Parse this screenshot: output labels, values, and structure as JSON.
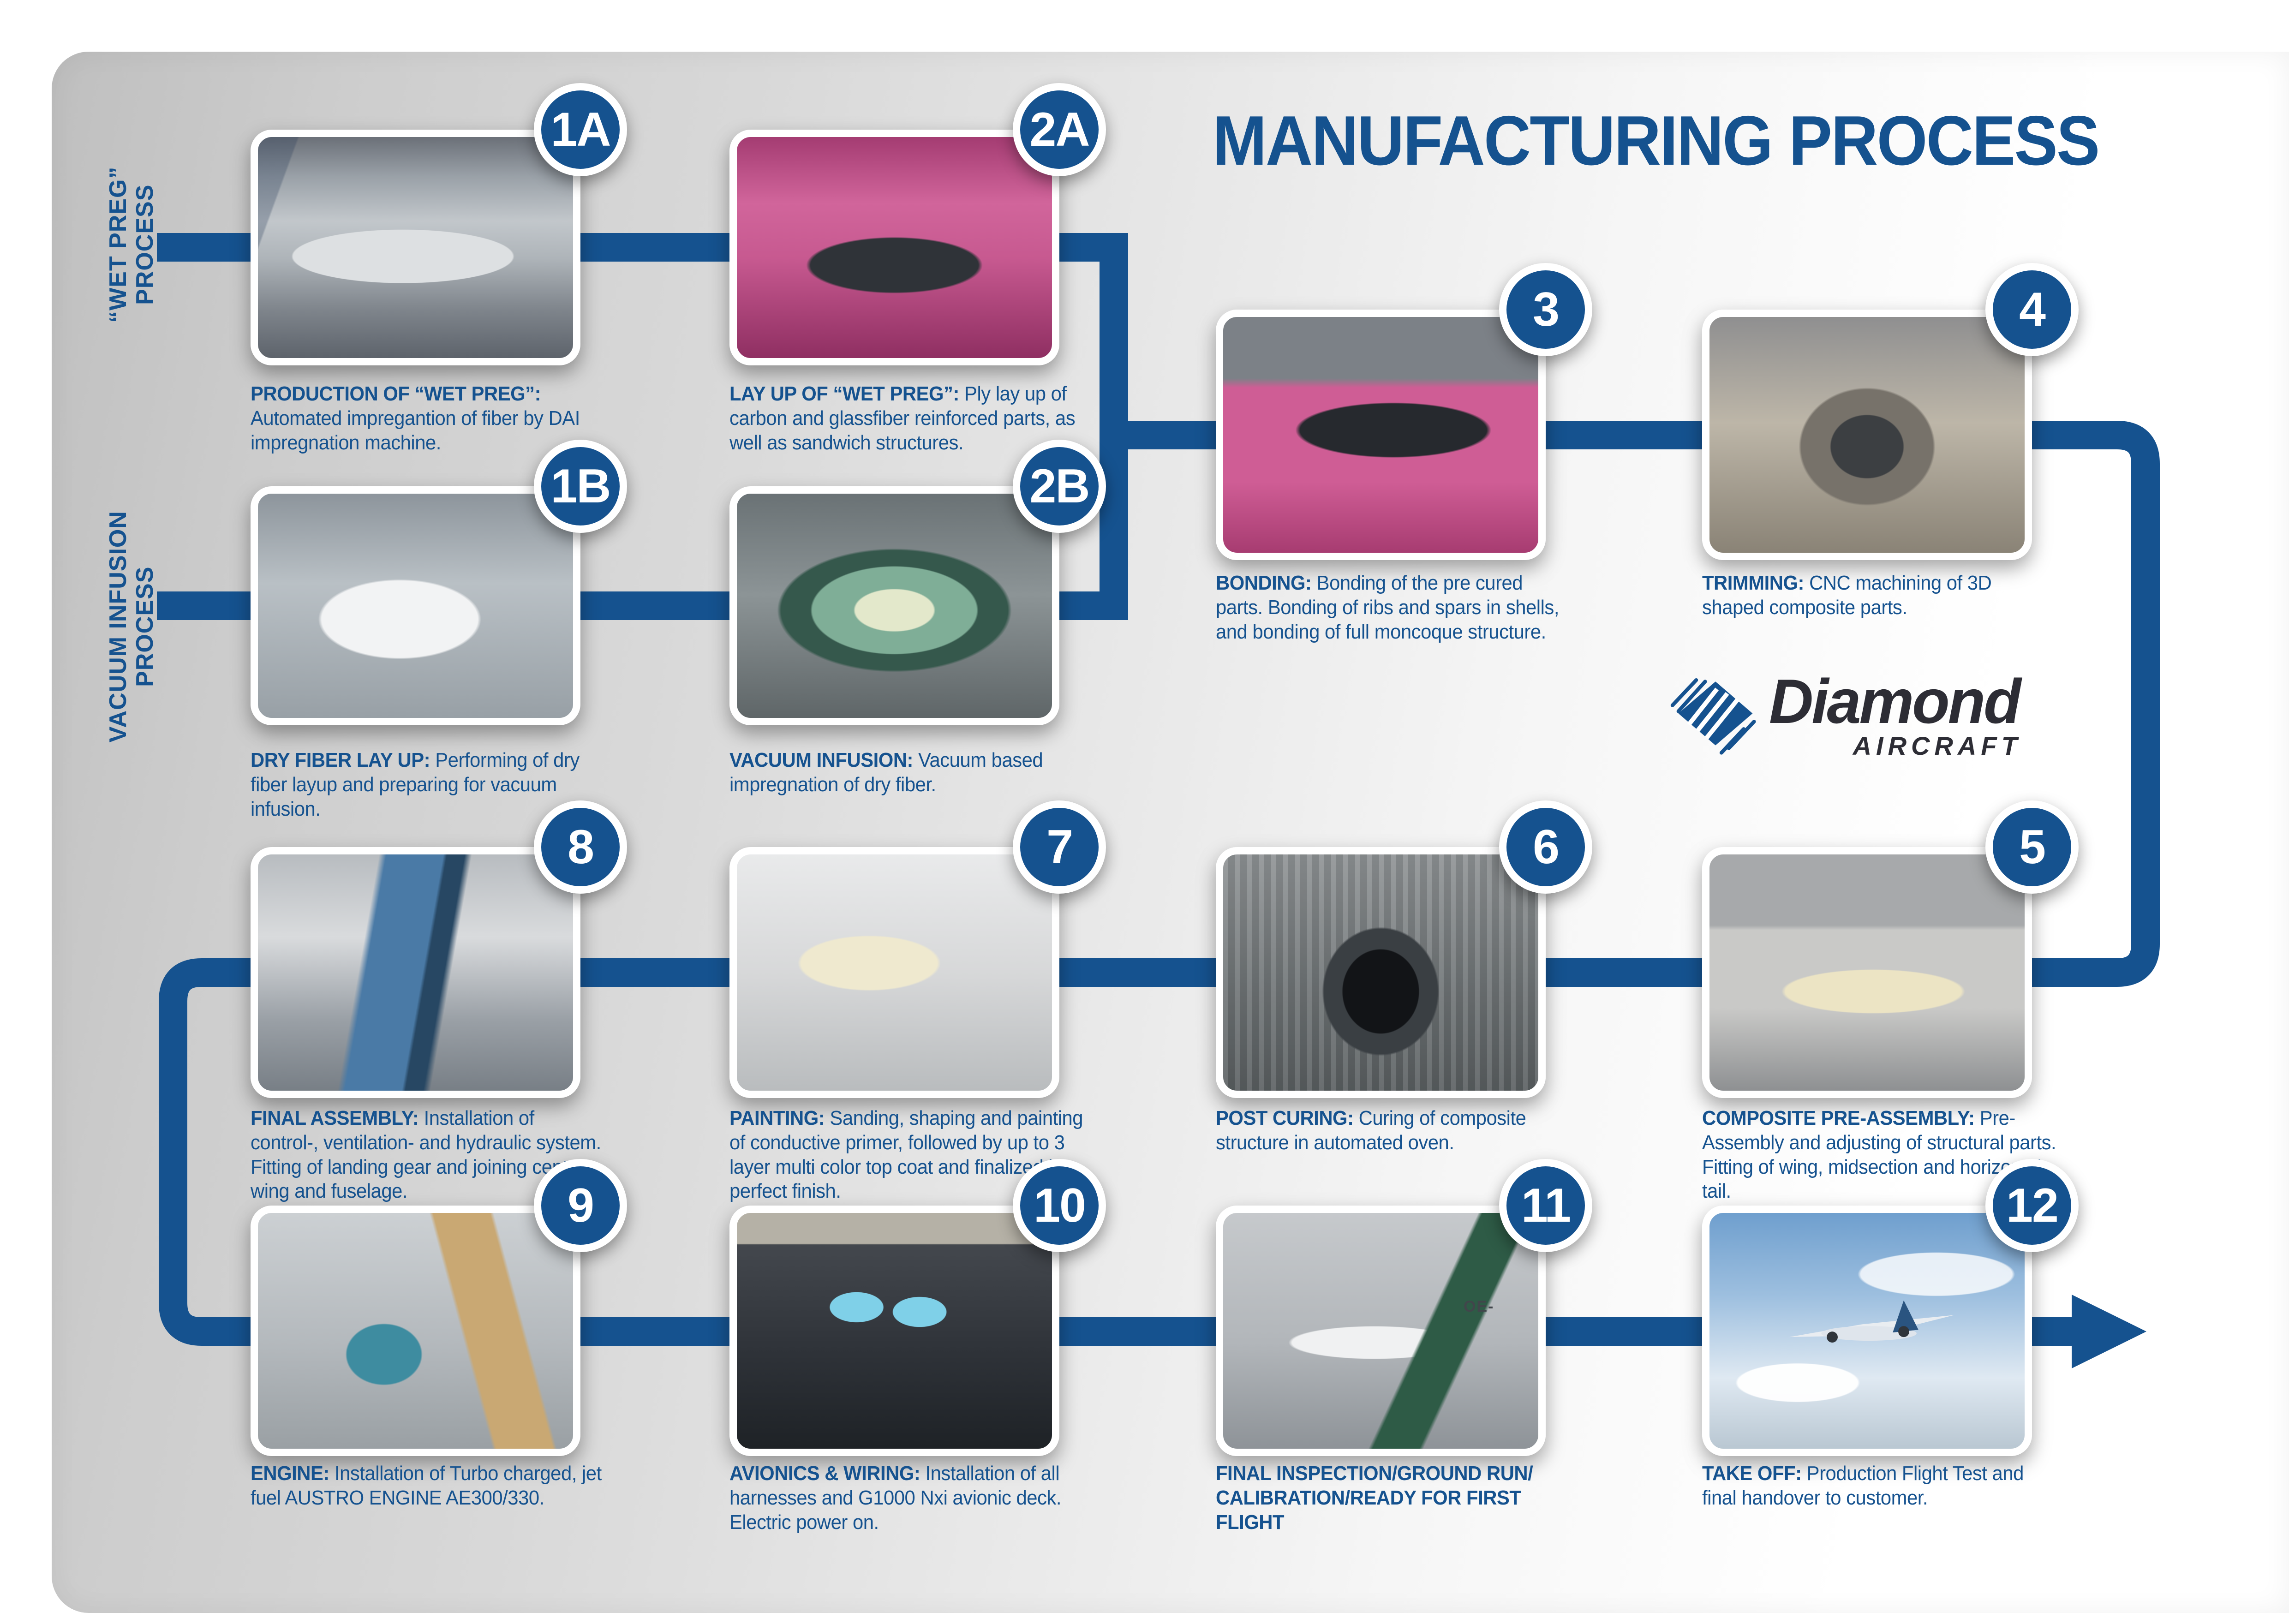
{
  "title": "MANUFACTURING PROCESS",
  "colors": {
    "flow_blue": "#15528f",
    "logo_dark": "#2d2d35",
    "panel_gray": "#c9c9c9"
  },
  "logo": {
    "brand": "Diamond",
    "subtitle": "AIRCRAFT"
  },
  "side_labels": {
    "wet_preg_line1": "“WET PREG”",
    "wet_preg_line2": "PROCESS",
    "vacuum_line1": "VACUUM INFUSION",
    "vacuum_line2": "PROCESS"
  },
  "steps": [
    {
      "badge": "1A",
      "heading": "PRODUCTION OF “WET PREG”:",
      "body": "Automated impregantion of fiber by DAI impregnation machine.",
      "photo": "wet-preg-impregnation-machine"
    },
    {
      "badge": "2A",
      "heading": "LAY UP OF “WET PREG”:",
      "body": "Ply lay up of carbon and glassfiber reinforced parts, as well as sandwich structures.",
      "photo": "wet-preg-layup-hall"
    },
    {
      "badge": "1B",
      "heading": "DRY FIBER LAY UP:",
      "body": "Performing of dry fiber layup and preparing for vacuum infusion.",
      "photo": "dry-fiber-layup"
    },
    {
      "badge": "2B",
      "heading": "VACUUM INFUSION:",
      "body": "Vacuum based impregnation of dry fiber.",
      "photo": "vacuum-infusion-mold"
    },
    {
      "badge": "3",
      "heading": "BONDING:",
      "body": "Bonding of the pre cured parts. Bonding of ribs and spars in shells, and bonding of full moncoque structure.",
      "photo": "bonding-hall"
    },
    {
      "badge": "4",
      "heading": "TRIMMING:",
      "body": "CNC machining of 3D shaped composite parts.",
      "photo": "cnc-trimming-cell"
    },
    {
      "badge": "5",
      "heading": "COMPOSITE PRE-ASSEMBLY:",
      "body": "Pre-Assembly and adjusting of structural parts. Fitting of wing, midsection and horizontal tail.",
      "photo": "composite-pre-assembly"
    },
    {
      "badge": "6",
      "heading": "POST CURING:",
      "body": "Curing of composite structure in automated oven.",
      "photo": "post-curing-oven"
    },
    {
      "badge": "7",
      "heading": "PAINTING:",
      "body": "Sanding, shaping and painting of conductive primer, followed by up to 3 layer multi color top coat and finalized by perfect finish.",
      "photo": "painting-booth"
    },
    {
      "badge": "8",
      "heading": "FINAL ASSEMBLY:",
      "body": "Installation of control-, ventilation- and hydraulic system. Fitting of landing gear and joining center wing and fuselage.",
      "photo": "final-assembly"
    },
    {
      "badge": "9",
      "heading": "ENGINE:",
      "body": "Installation of Turbo charged, jet fuel AUSTRO ENGINE AE300/330.",
      "photo": "engine-installation"
    },
    {
      "badge": "10",
      "heading": "AVIONICS & WIRING:",
      "body": "Installation of all harnesses and G1000 Nxi avionic deck. Electric power on.",
      "photo": "avionics-cockpit"
    },
    {
      "badge": "11",
      "heading": "FINAL INSPECTION/GROUND RUN/ CALIBRATION/READY FOR FIRST FLIGHT",
      "body": "",
      "photo": "final-inspection-hangar",
      "photo_label": "OE-"
    },
    {
      "badge": "12",
      "heading": "TAKE OFF:",
      "body": "Production Flight Test and final handover to customer.",
      "photo": "take-off-flight"
    }
  ]
}
